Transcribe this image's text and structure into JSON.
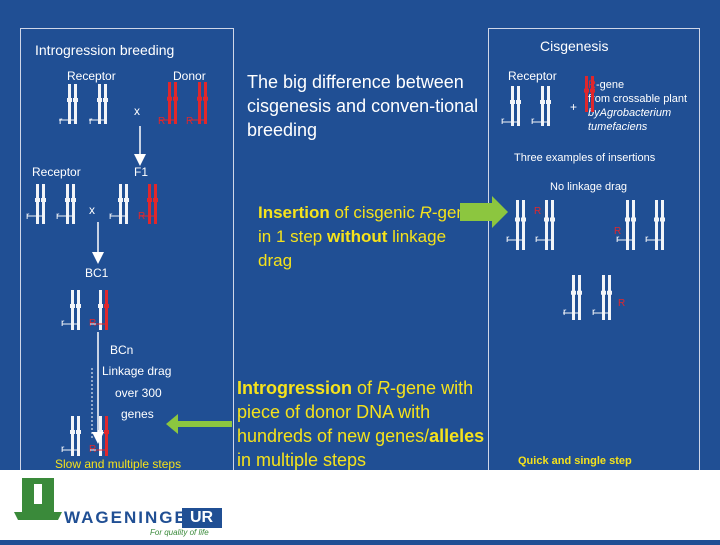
{
  "left": {
    "title": "Introgression breeding",
    "receptor_top": "Receptor",
    "donor": "Donor",
    "cross": "x",
    "receptor_mid": "Receptor",
    "f1": "F1",
    "cross2": "x",
    "bc1": "BC1",
    "bcn": "BCn",
    "linkage_drag": "Linkage drag",
    "over_300": "over 300",
    "genes": "genes",
    "slow": "Slow and multiple steps",
    "allele_r": "r",
    "allele_R": "R"
  },
  "middle": {
    "big_difference": "The big difference between cisgenesis and conven-tional breeding",
    "insertion_prefix": "Insertion",
    "insertion_of": " of cisgenic ",
    "insertion_R": "R",
    "insertion_gene": "-gene in 1 step ",
    "insertion_without": "without",
    "insertion_drag": " linkage drag",
    "introgression_prefix": "Introgression",
    "introgression_of": " of ",
    "introgression_R": "R",
    "introgression_rest1": "-gene with piece of donor DNA with hundreds of new genes/",
    "introgression_alleles": "alleles",
    "introgression_rest2": " in multiple steps"
  },
  "right": {
    "title": "Cisgenesis",
    "receptor": "Receptor",
    "plus": "+",
    "rgene_R": "R",
    "rgene_text": "-gene",
    "from_crossable": "from crossable plant",
    "by_agro": "byAgrobacterium",
    "tumefaciens": "tumefaciens",
    "three_examples": "Three examples of insertions",
    "no_linkage": "No linkage drag",
    "quick": "Quick and single step"
  },
  "footer": {
    "logo_name": "WAGENINGEN",
    "logo_ur": "UR",
    "tagline": "For quality of life"
  },
  "colors": {
    "background": "#204f94",
    "yellow": "#f5e21c",
    "red": "#e0272c",
    "green_arrow": "#8cc63f",
    "logo_green": "#3a8a3a"
  }
}
